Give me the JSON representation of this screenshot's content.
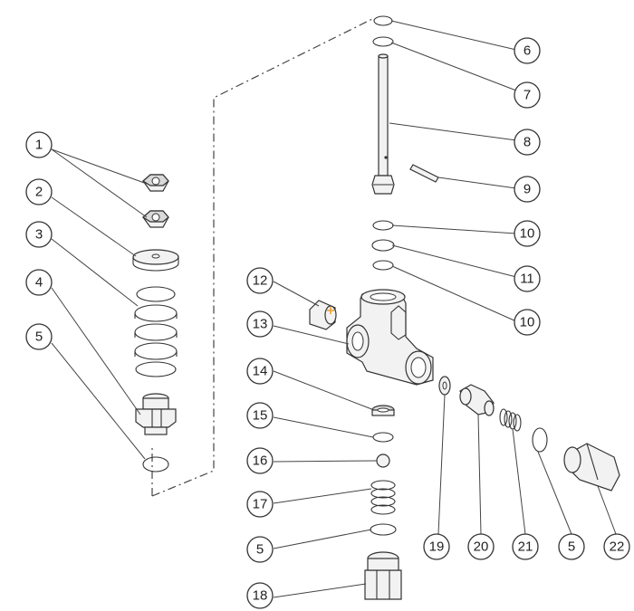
{
  "callouts": [
    {
      "label": "1"
    },
    {
      "label": "2"
    },
    {
      "label": "3"
    },
    {
      "label": "4"
    },
    {
      "label": "5"
    },
    {
      "label": "6"
    },
    {
      "label": "7"
    },
    {
      "label": "8"
    },
    {
      "label": "9"
    },
    {
      "label": "10"
    },
    {
      "label": "11"
    },
    {
      "label": "10"
    },
    {
      "label": "12"
    },
    {
      "label": "13"
    },
    {
      "label": "14"
    },
    {
      "label": "15"
    },
    {
      "label": "16"
    },
    {
      "label": "17"
    },
    {
      "label": "5"
    },
    {
      "label": "18"
    },
    {
      "label": "19"
    },
    {
      "label": "20"
    },
    {
      "label": "21"
    },
    {
      "label": "5"
    },
    {
      "label": "22"
    }
  ],
  "colors": {
    "stroke": "#333333",
    "part_fill": "#f2f2f2",
    "accent_marker": "#f0a020"
  }
}
